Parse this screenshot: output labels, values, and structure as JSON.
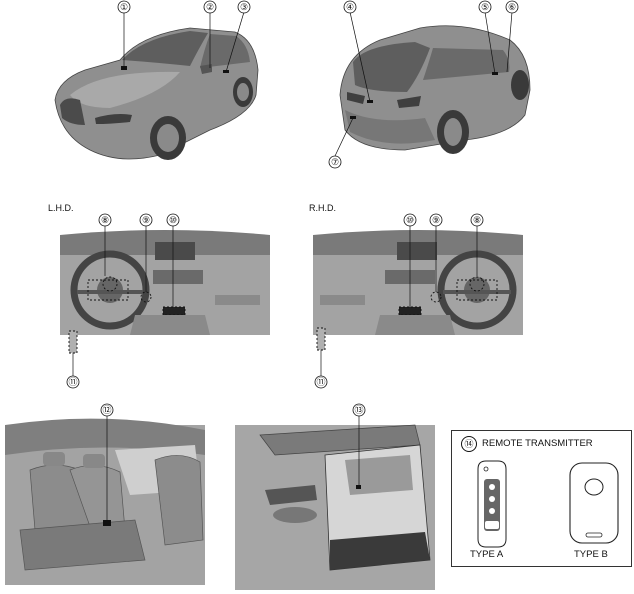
{
  "callouts": [
    "①",
    "②",
    "③",
    "④",
    "⑤",
    "⑥",
    "⑦",
    "⑧",
    "⑨",
    "⑩",
    "⑪",
    "⑫",
    "⑬",
    "⑭"
  ],
  "labels": {
    "lhd": "L.H.D.",
    "rhd": "R.H.D.",
    "remote_title": "REMOTE TRANSMITTER",
    "type_a": "TYPE A",
    "type_b": "TYPE B"
  },
  "colors": {
    "body": "#8f8f8f",
    "body_dark": "#5e5e5e",
    "body_light": "#b4b4b4",
    "interior": "#a3a3a3",
    "line": "#1a1a1a"
  }
}
